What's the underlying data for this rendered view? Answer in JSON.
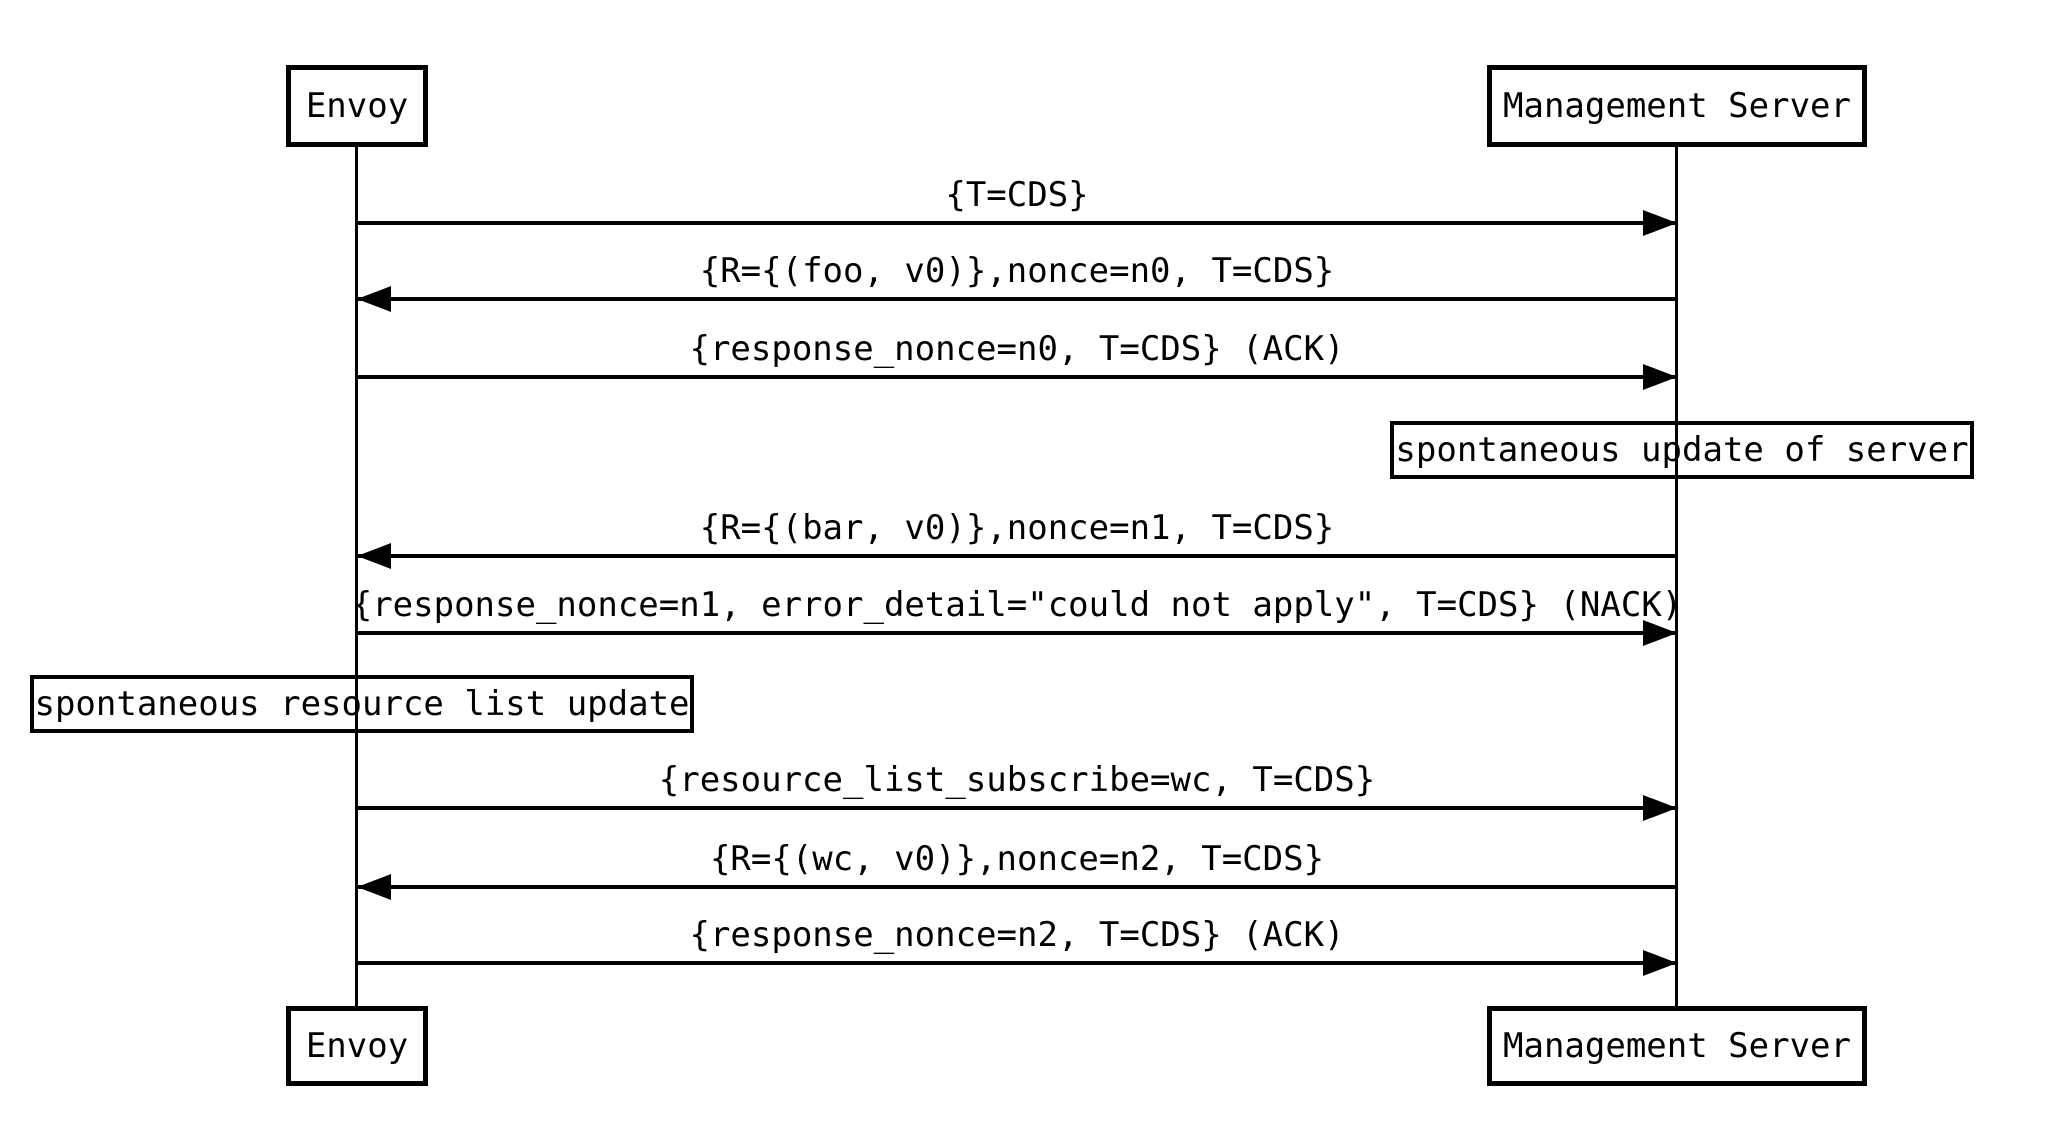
{
  "diagram": {
    "type": "sequence-diagram",
    "background_color": "#ffffff",
    "line_color": "#000000",
    "actors": {
      "left": {
        "label": "Envoy"
      },
      "right": {
        "label": "Management Server"
      }
    },
    "messages": [
      {
        "label": "{T=CDS}",
        "from": "Envoy",
        "to": "Management Server",
        "direction": "right"
      },
      {
        "label": "{R={(foo, v0)},nonce=n0, T=CDS}",
        "from": "Management Server",
        "to": "Envoy",
        "direction": "left"
      },
      {
        "label": "{response_nonce=n0, T=CDS} (ACK)",
        "from": "Envoy",
        "to": "Management Server",
        "direction": "right"
      },
      {
        "label": "{R={(bar, v0)},nonce=n1, T=CDS}",
        "from": "Management Server",
        "to": "Envoy",
        "direction": "left"
      },
      {
        "label": "{response_nonce=n1, error_detail=\"could not apply\", T=CDS} (NACK)",
        "from": "Envoy",
        "to": "Management Server",
        "direction": "right"
      },
      {
        "label": "{resource_list_subscribe=wc, T=CDS}",
        "from": "Envoy",
        "to": "Management Server",
        "direction": "right"
      },
      {
        "label": "{R={(wc, v0)},nonce=n2, T=CDS}",
        "from": "Management Server",
        "to": "Envoy",
        "direction": "left"
      },
      {
        "label": "{response_nonce=n2, T=CDS} (ACK)",
        "from": "Envoy",
        "to": "Management Server",
        "direction": "right"
      }
    ],
    "notes": [
      {
        "label": "spontaneous update of server",
        "anchor": "Management Server",
        "side": "right"
      },
      {
        "label": "spontaneous resource list update",
        "anchor": "Envoy",
        "side": "left"
      }
    ]
  }
}
